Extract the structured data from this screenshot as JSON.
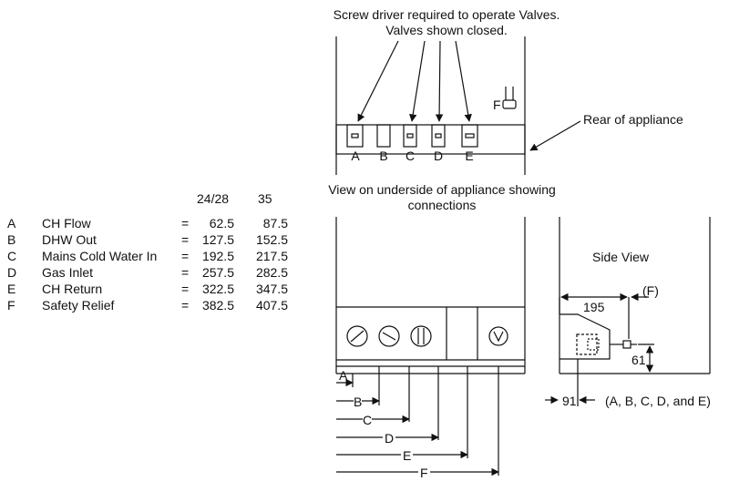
{
  "rear_note": {
    "line1": "Screw driver required to operate Valves.",
    "line2": "Valves shown closed."
  },
  "rear_label": "Rear of appliance",
  "rear_letters": [
    "A",
    "B",
    "C",
    "D",
    "E"
  ],
  "f_label": "F",
  "underside_title": {
    "line1": "View on underside of appliance showing",
    "line2": "connections"
  },
  "table": {
    "col1_header": "24/28",
    "col2_header": "35",
    "rows": [
      {
        "key": "A",
        "label": "CH Flow",
        "eq": "=",
        "v1": "62.5",
        "v2": "87.5"
      },
      {
        "key": "B",
        "label": "DHW Out",
        "eq": "=",
        "v1": "127.5",
        "v2": "152.5"
      },
      {
        "key": "C",
        "label": "Mains Cold Water In",
        "eq": "=",
        "v1": "192.5",
        "v2": "217.5"
      },
      {
        "key": "D",
        "label": "Gas Inlet",
        "eq": "=",
        "v1": "257.5",
        "v2": "282.5"
      },
      {
        "key": "E",
        "label": "CH Return",
        "eq": "=",
        "v1": "322.5",
        "v2": "347.5"
      },
      {
        "key": "F",
        "label": "Safety Relief",
        "eq": "=",
        "v1": "382.5",
        "v2": "407.5"
      }
    ]
  },
  "front_dims": [
    "A",
    "B",
    "C",
    "D",
    "E",
    "F"
  ],
  "side_view": {
    "title": "Side View",
    "dim_195": "195",
    "dim_f": "(F)",
    "dim_61": "61",
    "dim_91": "91",
    "dim_abcde": "(A, B, C, D, and E)"
  }
}
